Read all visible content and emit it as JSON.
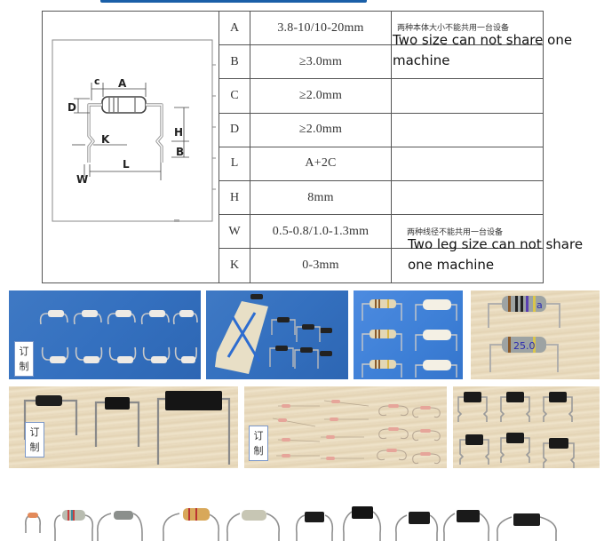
{
  "diagram": {
    "labels": {
      "A": "A",
      "C": "c",
      "D": "D",
      "H": "H",
      "K": "K",
      "B": "B",
      "L": "L",
      "W": "W"
    }
  },
  "spec_table": {
    "rows": [
      {
        "label": "A",
        "value": "3.8-10/10-20mm"
      },
      {
        "label": "B",
        "value": "≥3.0mm"
      },
      {
        "label": "C",
        "value": "≥2.0mm"
      },
      {
        "label": "D",
        "value": "≥2.0mm"
      },
      {
        "label": "L",
        "value": "A+2C"
      },
      {
        "label": "H",
        "value": "8mm"
      },
      {
        "label": "W",
        "value": "0.5-0.8/1.0-1.3mm"
      },
      {
        "label": "K",
        "value": "0-3mm"
      }
    ],
    "notes": {
      "body_size_cn": "两种本体大小不能共用一台设备",
      "body_size_en_line1": "Two size can not share one",
      "body_size_en_line2": "machine",
      "leg_size_cn": "两种线径不能共用一台设备",
      "leg_size_en_line1": "Two leg size can not share",
      "leg_size_en_line2": "one machine"
    }
  },
  "photos": {
    "custom_tag_line1": "订",
    "custom_tag_line2": "制"
  },
  "colors": {
    "accent_bar": "#1a5fa8",
    "table_border": "#555555",
    "photo_blue": "#3470bf",
    "photo_wood": "#e6d7ba"
  }
}
